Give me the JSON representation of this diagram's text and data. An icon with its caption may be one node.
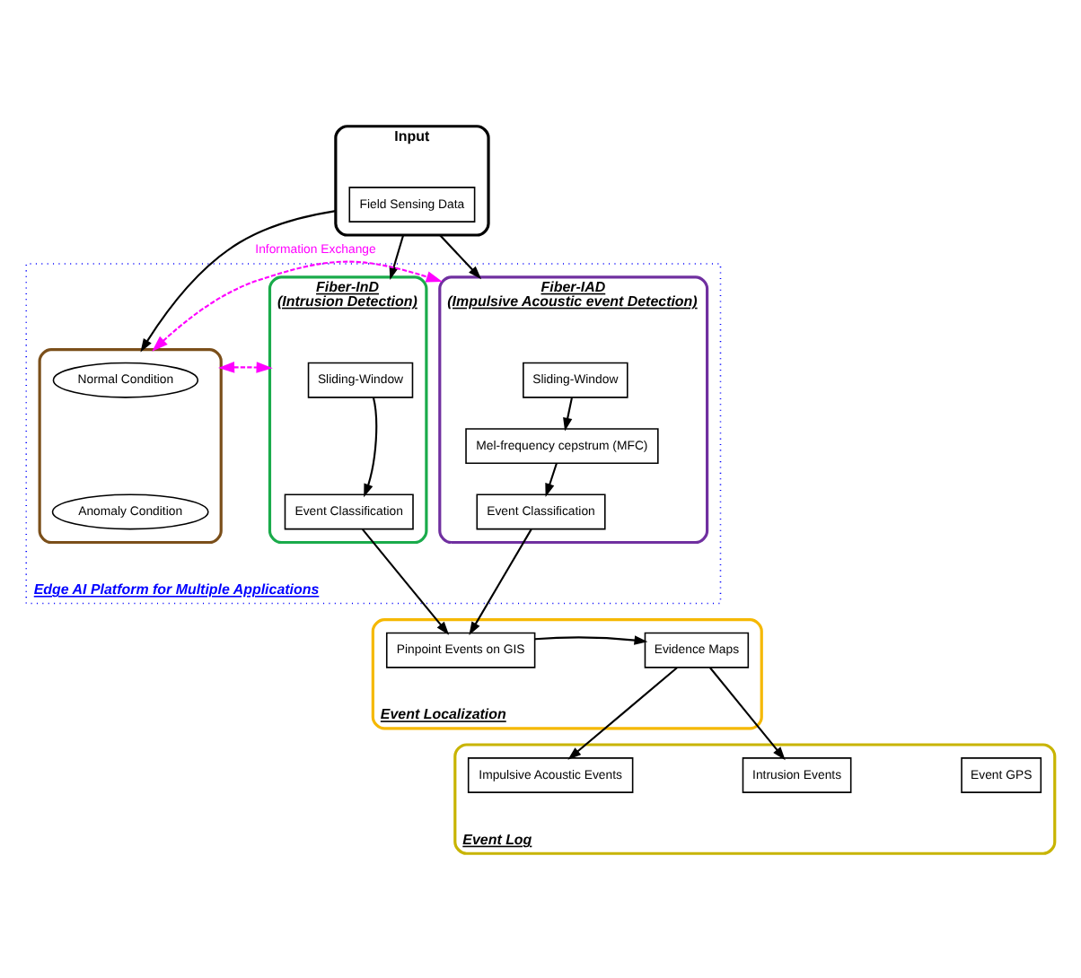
{
  "diagram": {
    "nodes": [
      {
        "text": [
          "Input"
        ]
      },
      {
        "text": [
          "Field Sensing Data"
        ],
        "in": 0
      },
      {
        "text": [
          "Edge AI Platform for Multiple Applications"
        ]
      },
      {
        "text": [],
        "shape": "box",
        "in": 2
      },
      {
        "text": [
          "Normal Condition"
        ],
        "in": 3
      },
      {
        "text": [
          "Anomaly Condition"
        ],
        "in": 3
      },
      {
        "text": [
          "Fiber-InD",
          "(Intrusion Detection)"
        ],
        "in": 2
      },
      {
        "text": [
          "Sliding-Window"
        ],
        "in": 6
      },
      {
        "text": [
          "Event Classification"
        ],
        "in": 6
      },
      {
        "text": [
          "Fiber-IAD",
          "(Impulsive Acoustic event Detection)"
        ],
        "in": 2
      },
      {
        "text": [
          "Sliding-Window"
        ],
        "in": 9
      },
      {
        "text": [
          "Mel-frequency cepstrum (MFC)"
        ],
        "in": 9
      },
      {
        "text": [
          "Event Classification"
        ],
        "in": 9
      },
      {
        "text": [
          "Event Localization"
        ]
      },
      {
        "text": [
          "Pinpoint Events on GIS"
        ],
        "in": 13
      },
      {
        "text": [
          "Evidence Maps"
        ],
        "in": 13
      },
      {
        "text": [
          "Event Log"
        ]
      },
      {
        "text": [
          "Impulsive Acoustic Events"
        ],
        "in": 16
      },
      {
        "text": [
          "Intrusion Events"
        ],
        "in": 16
      },
      {
        "text": [
          "Event GPS"
        ],
        "in": 16
      }
    ],
    "edges": [
      {
        "from": 0,
        "to": 3,
        "arrow": "to"
      },
      {
        "from": 0,
        "to": 6,
        "arrow": "to"
      },
      {
        "from": 0,
        "to": 9,
        "arrow": "to"
      },
      {
        "from": 3,
        "to": 6,
        "arrow": "both",
        "style": "dashed",
        "color": "#ff00ff"
      },
      {
        "from": 3,
        "to": 9,
        "arrow": "both",
        "style": "dashed",
        "color": "#ff00ff",
        "label": "Information Exchange"
      },
      {
        "from": 7,
        "to": 8,
        "arrow": "to"
      },
      {
        "from": 10,
        "to": 11,
        "arrow": "to"
      },
      {
        "from": 11,
        "to": 12,
        "arrow": "to"
      },
      {
        "from": 8,
        "to": 14,
        "arrow": "to"
      },
      {
        "from": 12,
        "to": 14,
        "arrow": "to"
      },
      {
        "from": 14,
        "to": 15,
        "arrow": "to"
      },
      {
        "from": 15,
        "to": 17,
        "arrow": "to"
      },
      {
        "from": 15,
        "to": 18,
        "arrow": "to"
      }
    ]
  }
}
